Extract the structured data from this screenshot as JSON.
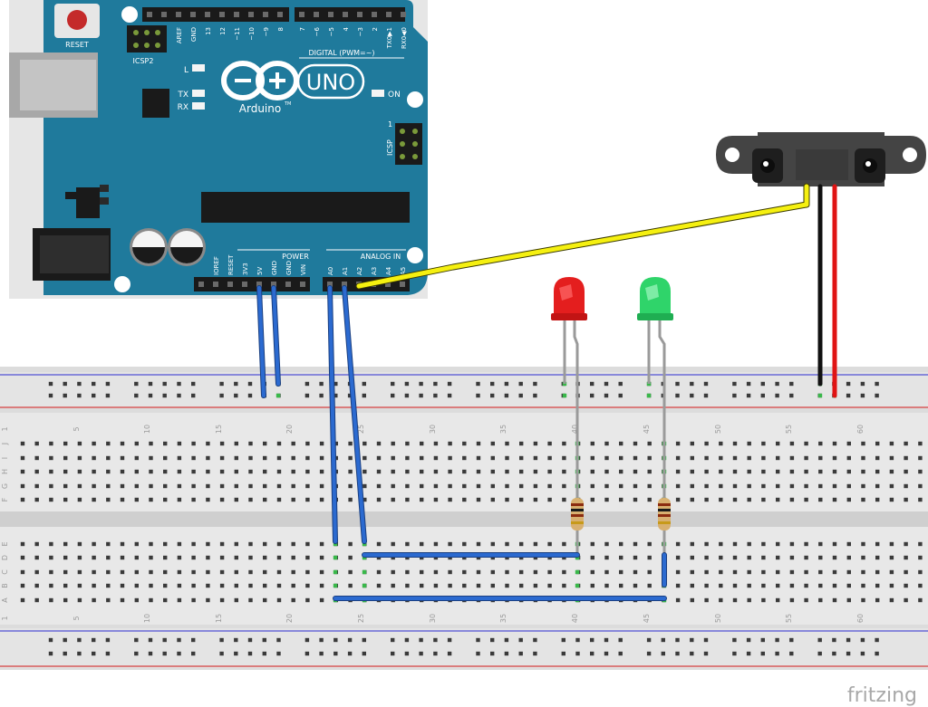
{
  "arduino": {
    "reset_label": "RESET",
    "icsp2_label": "ICSP2",
    "icsp_label": "ICSP",
    "icsp_pin1": "1",
    "digital_label": "DIGITAL (PWM=~)",
    "aref": "AREF",
    "gnd_top": "GND",
    "digital_pins_left": [
      "13",
      "12",
      "~11",
      "~10",
      "~9",
      "8"
    ],
    "digital_pins_right": [
      "7",
      "~6",
      "~5",
      "4",
      "~3",
      "2",
      "TX0▶1",
      "RX0◀0"
    ],
    "l_label": "L",
    "tx_label": "TX",
    "rx_label": "RX",
    "on_label": "ON",
    "uno_label": "UNO",
    "brand_label": "Arduino",
    "tm": "TM",
    "power_label": "POWER",
    "analog_label": "ANALOG IN",
    "power_pins": [
      "IOREF",
      "RESET",
      "3V3",
      "5V",
      "GND",
      "GND",
      "VIN"
    ],
    "analog_pins": [
      "A0",
      "A1",
      "A2",
      "A3",
      "A4",
      "A5"
    ]
  },
  "breadboard": {
    "col_numbers": [
      "1",
      "5",
      "10",
      "15",
      "20",
      "25",
      "30",
      "35",
      "40",
      "45",
      "50",
      "55",
      "60"
    ],
    "rows_top": [
      "J",
      "I",
      "H",
      "G",
      "F"
    ],
    "rows_bottom": [
      "E",
      "D",
      "C",
      "B",
      "A"
    ]
  },
  "watermark": "fritzing",
  "colors": {
    "board": "#1f7a9c",
    "wire_blue": "#2b6ad0",
    "wire_yellow": "#f5f010",
    "wire_black": "#111111",
    "wire_red": "#e01414",
    "led_red": "#e41e1e",
    "led_green": "#2fd46a"
  }
}
